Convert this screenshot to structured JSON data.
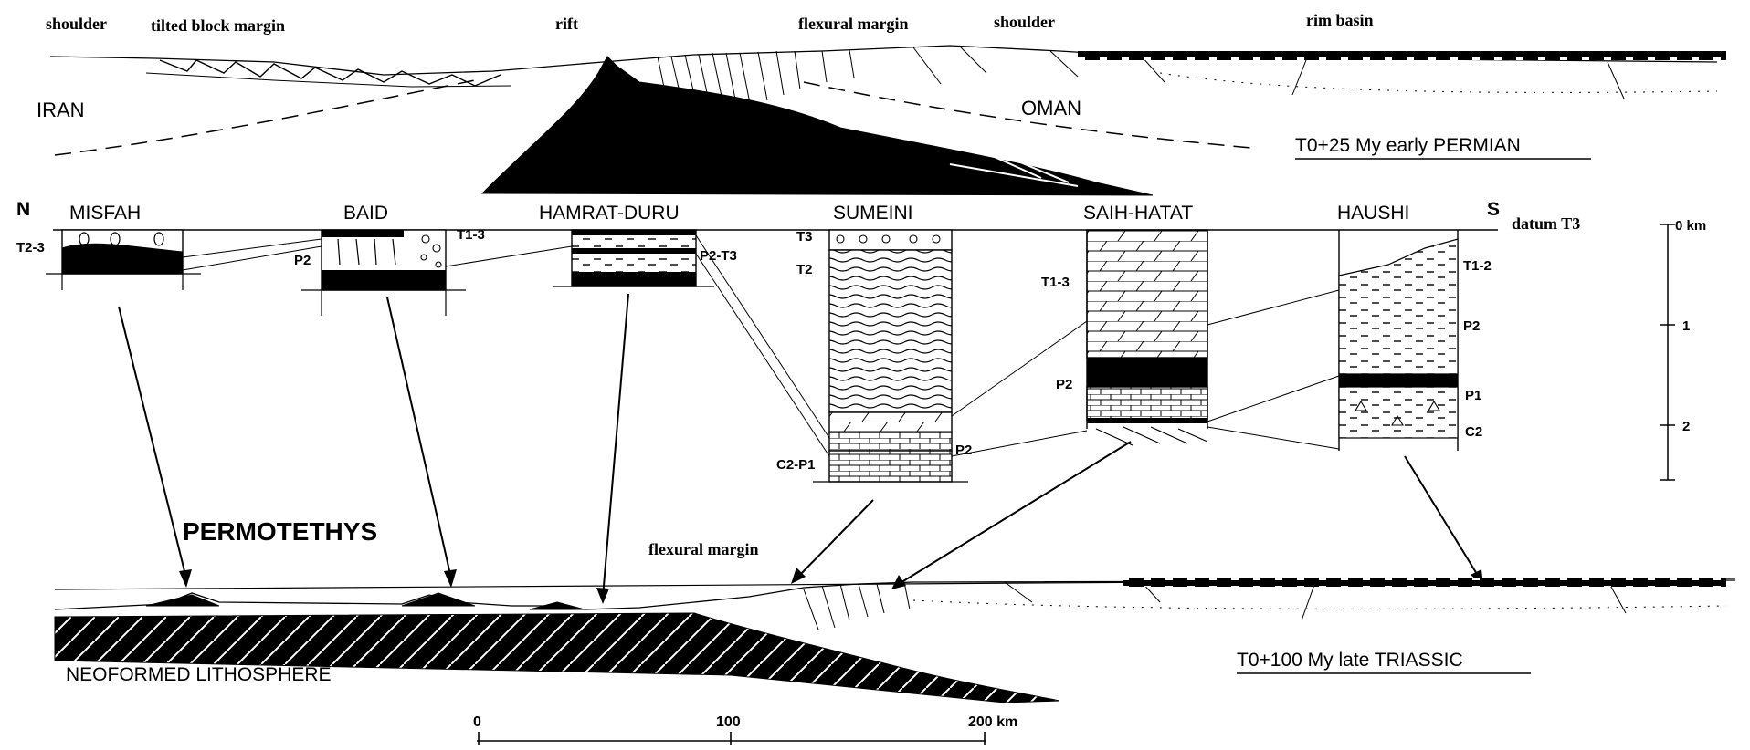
{
  "top_section": {
    "labels": {
      "shoulder_left": "shoulder",
      "tilted_block_margin": "tilted block margin",
      "rift": "rift",
      "flexural_margin": "flexural margin",
      "shoulder_right": "shoulder",
      "rim_basin": "rim basin"
    },
    "region_iran": "IRAN",
    "region_oman": "OMAN",
    "stage_caption": "T0+25 My  early PERMIAN"
  },
  "columns_header": {
    "north": "N",
    "south": "S",
    "datum": "datum T3",
    "names": [
      "MISFAH",
      "BAID",
      "HAMRAT-DURU",
      "SUMEINI",
      "SAIH-HATAT",
      "HAUSHI"
    ]
  },
  "column_units": {
    "misfah": "T2-3",
    "baid": "P2",
    "hamrat_top": "T1-3",
    "hamrat_right": "P2-T3",
    "sumeini": [
      "T3",
      "T2",
      "P2",
      "C2-P1"
    ],
    "saih": [
      "T1-3",
      "P2"
    ],
    "haushi": [
      "T1-2",
      "P2",
      "P1",
      "C2"
    ]
  },
  "depth_scale": {
    "labels": [
      "0 km",
      "1",
      "2"
    ]
  },
  "bottom_section": {
    "ocean_label": "PERMOTETHYS",
    "flexural_margin": "flexural margin",
    "lithosphere": "NEOFORMED LITHOSPHERE",
    "stage_caption": "T0+100 My  late TRIASSIC"
  },
  "distance_scale": {
    "labels": [
      "0",
      "100",
      "200 km"
    ]
  }
}
